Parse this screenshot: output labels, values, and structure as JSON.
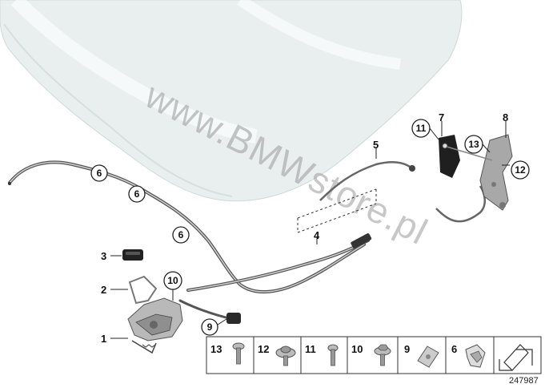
{
  "watermark": "www.BMWstore.pl",
  "diagram_id": "247987",
  "callouts": [
    {
      "id": "c1",
      "label": "1",
      "circled": false
    },
    {
      "id": "c2",
      "label": "2",
      "circled": false
    },
    {
      "id": "c3",
      "label": "3",
      "circled": false
    },
    {
      "id": "c4",
      "label": "4",
      "circled": false
    },
    {
      "id": "c5",
      "label": "5",
      "circled": false
    },
    {
      "id": "c6a",
      "label": "6",
      "circled": true
    },
    {
      "id": "c6b",
      "label": "6",
      "circled": true
    },
    {
      "id": "c6c",
      "label": "6",
      "circled": true
    },
    {
      "id": "c7",
      "label": "7",
      "circled": false
    },
    {
      "id": "c8",
      "label": "8",
      "circled": false
    },
    {
      "id": "c9",
      "label": "9",
      "circled": true
    },
    {
      "id": "c10",
      "label": "10",
      "circled": true
    },
    {
      "id": "c11",
      "label": "11",
      "circled": true
    },
    {
      "id": "c12",
      "label": "12",
      "circled": true
    },
    {
      "id": "c13",
      "label": "13",
      "circled": true
    }
  ],
  "legend": [
    {
      "label": "13",
      "part": "bolt"
    },
    {
      "label": "12",
      "part": "collar-screw"
    },
    {
      "label": "11",
      "part": "screw"
    },
    {
      "label": "10",
      "part": "hex-collar-screw"
    },
    {
      "label": "9",
      "part": "clip-nut"
    },
    {
      "label": "6",
      "part": "cable-clip"
    }
  ]
}
